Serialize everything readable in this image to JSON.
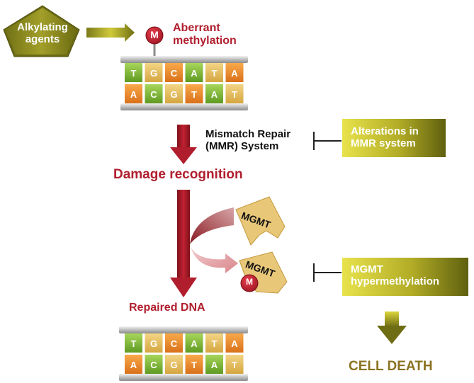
{
  "alkylating": {
    "label_line1": "Alkylating",
    "label_line2": "agents"
  },
  "methyl_mark": "M",
  "aberrant": {
    "line1": "Aberrant",
    "line2": "methylation"
  },
  "dna_top": {
    "top_strand": [
      "T",
      "G",
      "C",
      "A",
      "T",
      "A"
    ],
    "bottom_strand": [
      "A",
      "C",
      "G",
      "T",
      "A",
      "T"
    ]
  },
  "dna_bottom": {
    "top_strand": [
      "T",
      "G",
      "C",
      "A",
      "T",
      "A"
    ],
    "bottom_strand": [
      "A",
      "C",
      "G",
      "T",
      "A",
      "T"
    ]
  },
  "mmr": {
    "line1": "Mismatch Repair",
    "line2": "(MMR) System"
  },
  "alterations_box": {
    "line1": "Alterations in",
    "line2": "MMR system"
  },
  "damage_recognition": "Damage recognition",
  "mgmt_free": "MGMT",
  "mgmt_bound": "MGMT",
  "mgmt_bound_mark": "M",
  "hyper_box": {
    "line1": "MGMT",
    "line2": "hypermethylation"
  },
  "repaired_dna": "Repaired DNA",
  "cell_death": "CELL DEATH",
  "colors": {
    "accent_red": "#b01e2e",
    "olive": "#8a7220",
    "box_gradient": [
      "#e9e24a",
      "#6f6f12"
    ],
    "base_colors": [
      "#8dc63f",
      "#f7931e",
      "#e6c15a"
    ]
  }
}
